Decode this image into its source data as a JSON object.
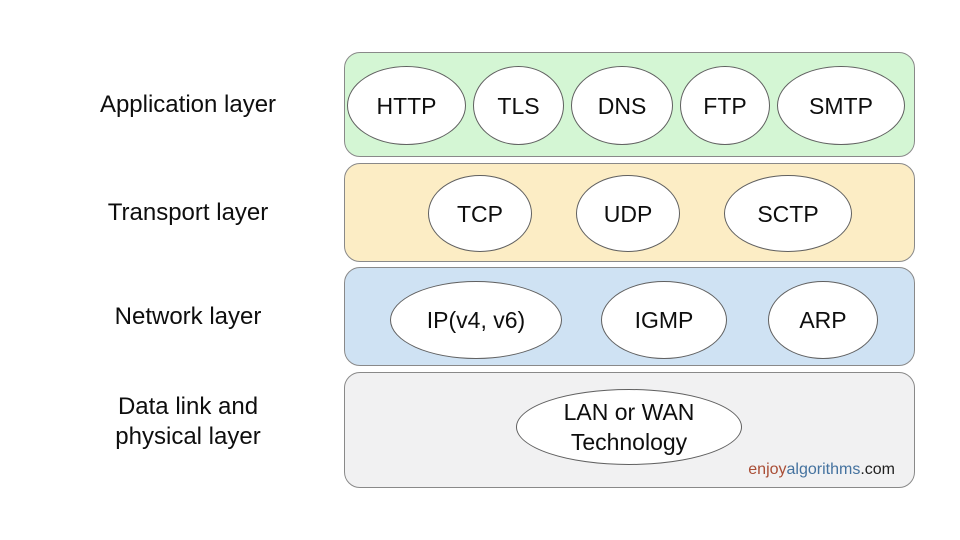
{
  "layers": [
    {
      "label": "Application layer",
      "band_color": "#d4f6d4",
      "protocols": [
        "HTTP",
        "TLS",
        "DNS",
        "FTP",
        "SMTP"
      ]
    },
    {
      "label": "Transport layer",
      "band_color": "#fcedc5",
      "protocols": [
        "TCP",
        "UDP",
        "SCTP"
      ]
    },
    {
      "label": "Network layer",
      "band_color": "#cfe2f3",
      "protocols": [
        "IP(v4, v6)",
        "IGMP",
        "ARP"
      ]
    },
    {
      "label": "Data link and physical layer",
      "band_color": "#f1f1f2",
      "protocols": [
        "LAN or WAN Technology"
      ]
    }
  ],
  "watermark": {
    "part_enjoy": "enjoy",
    "part_algorithms": "algorithms",
    "part_domain": ".com",
    "color_enjoy": "#a94d35",
    "color_algorithms": "#44729f",
    "color_domain": "#1f1f1f"
  }
}
